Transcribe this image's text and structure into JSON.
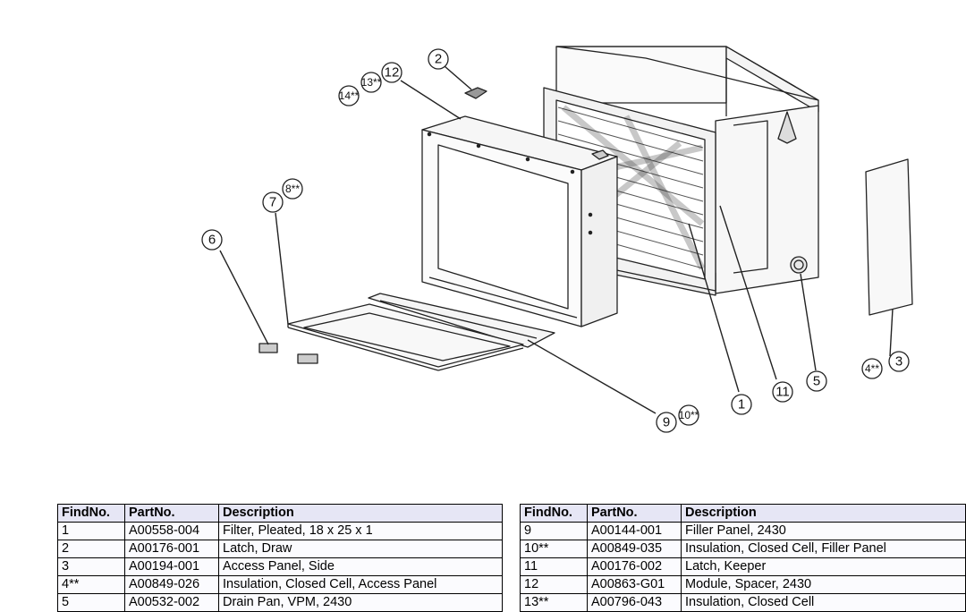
{
  "callouts": {
    "c1": "1",
    "c2": "2",
    "c3": "3",
    "c4": "4**",
    "c5": "5",
    "c6": "6",
    "c7": "7",
    "c8": "8**",
    "c9": "9",
    "c10": "10**",
    "c11": "11",
    "c12": "12",
    "c13": "13**",
    "c14": "14**"
  },
  "table_left": {
    "headers": [
      "FindNo.",
      "PartNo.",
      "Description"
    ],
    "rows": [
      [
        "1",
        "A00558-004",
        "Filter, Pleated, 18 x 25 x 1"
      ],
      [
        "2",
        "A00176-001",
        "Latch, Draw"
      ],
      [
        "3",
        "A00194-001",
        "Access Panel, Side"
      ],
      [
        "4**",
        "A00849-026",
        "Insulation, Closed Cell, Access Panel"
      ],
      [
        "5",
        "A00532-002",
        "Drain Pan, VPM, 2430"
      ]
    ]
  },
  "table_right": {
    "headers": [
      "FindNo.",
      "PartNo.",
      "Description"
    ],
    "rows": [
      [
        "9",
        "A00144-001",
        "Filler Panel, 2430"
      ],
      [
        "10**",
        "A00849-035",
        "Insulation, Closed Cell, Filler Panel"
      ],
      [
        "11",
        "A00176-002",
        "Latch, Keeper"
      ],
      [
        "12",
        "A00863-G01",
        "Module, Spacer, 2430"
      ],
      [
        "13**",
        "A00796-043",
        "Insulation, Closed Cell"
      ]
    ]
  }
}
